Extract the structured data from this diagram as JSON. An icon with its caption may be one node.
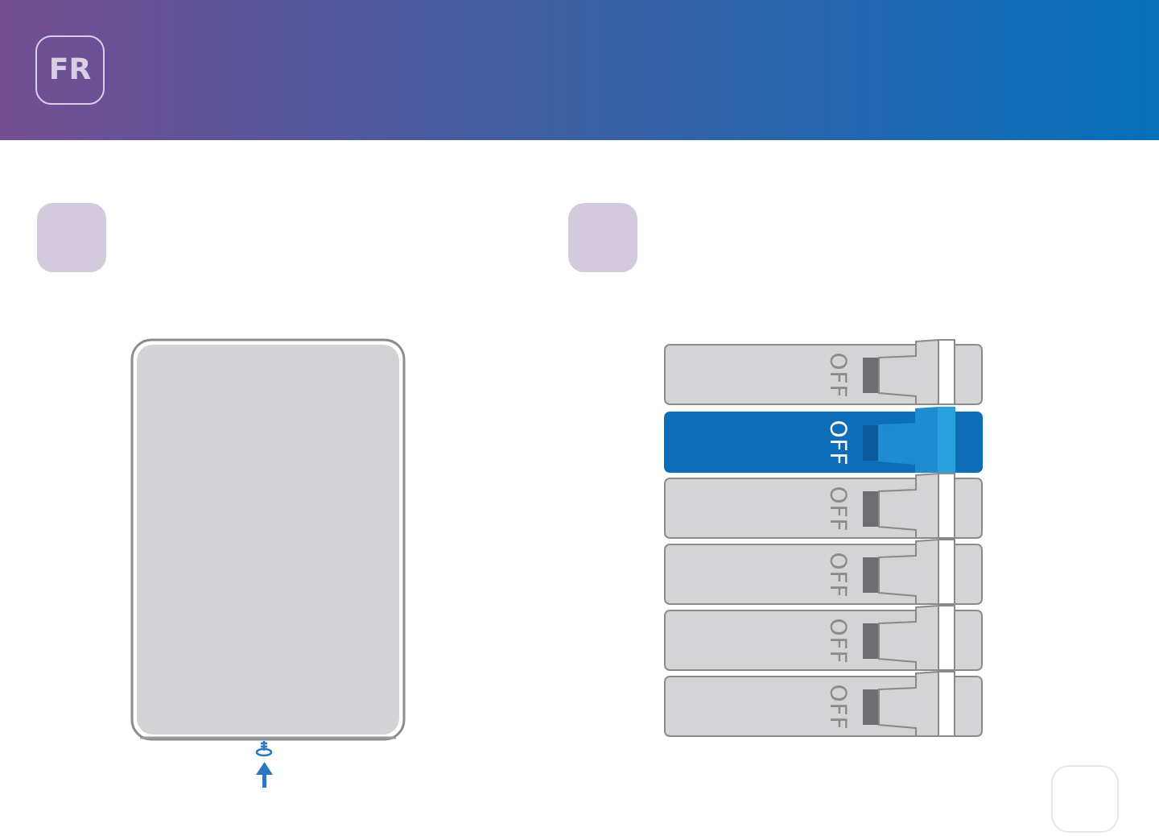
{
  "diagram": {
    "labels": [
      "FR",
      "OFF",
      "OFF",
      "OFF",
      "OFF",
      "OFF",
      "OFF"
    ]
  }
}
